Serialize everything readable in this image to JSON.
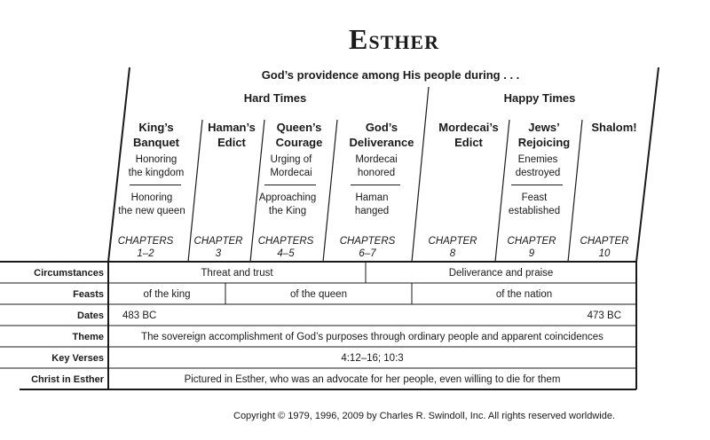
{
  "title": {
    "first": "E",
    "rest": "STHER"
  },
  "subtitle": "God’s providence among His people during . . .",
  "groups": {
    "hard": "Hard Times",
    "happy": "Happy Times"
  },
  "sections": [
    {
      "head1": "King’s",
      "head2": "Banquet",
      "d1a": "Honoring",
      "d1b": "the kingdom",
      "d2a": "Honoring",
      "d2b": "the new queen",
      "ch1": "CHAPTERS",
      "ch2": "1–2"
    },
    {
      "head1": "Haman’s",
      "head2": "Edict",
      "ch1": "CHAPTER",
      "ch2": "3"
    },
    {
      "head1": "Queen’s",
      "head2": "Courage",
      "d1a": "Urging of",
      "d1b": "Mordecai",
      "d2a": "Approaching",
      "d2b": "the King",
      "ch1": "CHAPTERS",
      "ch2": "4–5"
    },
    {
      "head1": "God’s",
      "head2": "Deliverance",
      "d1a": "Mordecai",
      "d1b": "honored",
      "d2a": "Haman",
      "d2b": "hanged",
      "ch1": "CHAPTERS",
      "ch2": "6–7"
    },
    {
      "head1": "Mordecai’s",
      "head2": "Edict",
      "ch1": "CHAPTER",
      "ch2": "8"
    },
    {
      "head1": "Jews’",
      "head2": "Rejoicing",
      "d1a": "Enemies",
      "d1b": "destroyed",
      "d2a": "Feast",
      "d2b": "established",
      "ch1": "CHAPTER",
      "ch2": "9"
    },
    {
      "head1": "Shalom!",
      "head2": "",
      "ch1": "CHAPTER",
      "ch2": "10"
    }
  ],
  "rows": {
    "circumstances": {
      "label": "Circumstances",
      "left": "Threat and trust",
      "right": "Deliverance and praise"
    },
    "feasts": {
      "label": "Feasts",
      "a": "of the king",
      "b": "of the queen",
      "c": "of the nation"
    },
    "dates": {
      "label": "Dates",
      "start": "483 BC",
      "end": "473 BC"
    },
    "theme": {
      "label": "Theme",
      "value": "The sovereign accomplishment of God’s purposes through ordinary people and apparent coincidences"
    },
    "key_verses": {
      "label": "Key Verses",
      "value": "4:12–16; 10:3"
    },
    "christ": {
      "label": "Christ in Esther",
      "value": "Pictured in Esther, who was an advocate for her people, even willing to die for them"
    }
  },
  "copyright": "Copyright © 1979, 1996, 2009 by Charles R. Swindoll, Inc. All rights reserved worldwide."
}
